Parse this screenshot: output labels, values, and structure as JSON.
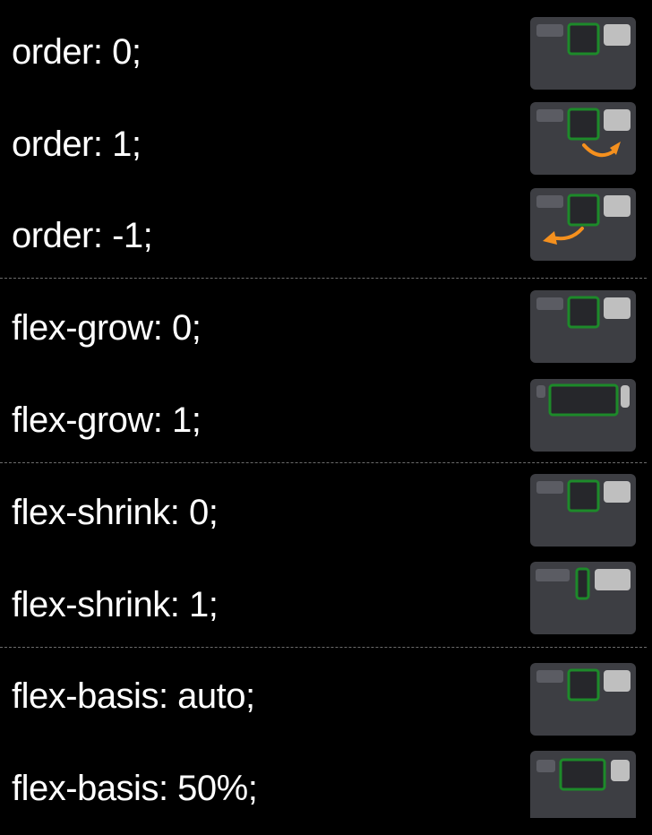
{
  "colors": {
    "background": "#000000",
    "tile_background": "#3d3e43",
    "item_dark": "#5b5c63",
    "item_light": "#bfbfbf",
    "item_active_fill": "#26272b",
    "item_active_border": "#1d8a2a",
    "arrow": "#f5901e"
  },
  "rows": [
    {
      "label": "order: 0;",
      "icon": "flex-order-0-icon"
    },
    {
      "label": "order: 1;",
      "icon": "flex-order-1-icon"
    },
    {
      "label": "order: -1;",
      "icon": "flex-order-neg1-icon"
    },
    {
      "label": "flex-grow: 0;",
      "icon": "flex-grow-0-icon"
    },
    {
      "label": "flex-grow: 1;",
      "icon": "flex-grow-1-icon"
    },
    {
      "label": "flex-shrink: 0;",
      "icon": "flex-shrink-0-icon"
    },
    {
      "label": "flex-shrink: 1;",
      "icon": "flex-shrink-1-icon"
    },
    {
      "label": "flex-basis: auto;",
      "icon": "flex-basis-auto-icon"
    },
    {
      "label": "flex-basis: 50%;",
      "icon": "flex-basis-50-icon"
    }
  ]
}
